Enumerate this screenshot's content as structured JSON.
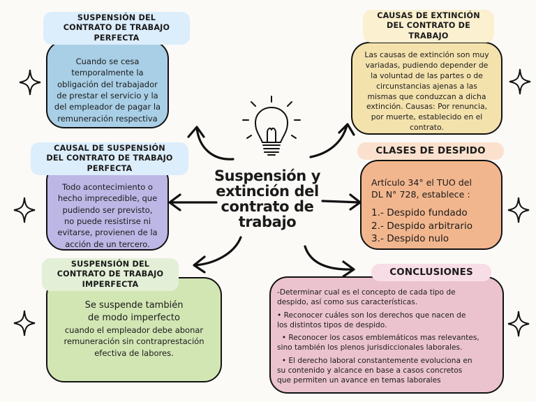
{
  "title": [
    "Suspensión y",
    "extinción del",
    "contrato de",
    "trabajo"
  ],
  "nodes": {
    "susp_perfecta": {
      "label": [
        "SUSPENSIÓN DEL",
        "CONTRATO DE TRABAJO",
        "PERFECTA"
      ],
      "text": [
        "Cuando se cesa",
        "temporalmente la",
        "obligación del trabajador",
        "de prestar el servicio y la",
        "del empleador de pagar la",
        "remuneración respectiva"
      ],
      "color": "#a8cfe6"
    },
    "causal_susp": {
      "label": [
        "CAUSAL DE SUSPENSIÓN",
        "DEL CONTRATO DE TRABAJO",
        "PERFECTA"
      ],
      "text": [
        "Todo acontecimiento o",
        "hecho imprecedible, que",
        "pudiendo ser previsto,",
        "no puede resistirse ni",
        "evitarse, provienen de la",
        "acción de un tercero."
      ],
      "color": "#bdb7e6"
    },
    "susp_imperfecta": {
      "label": [
        "SUSPENSIÓN DEL",
        "CONTRATO DE TRABAJO",
        "IMPERFECTA"
      ],
      "text_large": [
        "Se suspende también",
        "de modo imperfecto"
      ],
      "text": [
        "cuando el empleador debe abonar",
        "remuneración sin contraprestación",
        "efectiva de labores."
      ],
      "color": "#d2e6b4"
    },
    "causas_extincion": {
      "label": [
        "CAUSAS DE EXTINCIÓN",
        "DEL CONTRATO DE",
        "TRABAJO"
      ],
      "text": [
        "Las causas de extinción son muy",
        "variadas, pudiendo depender de",
        "la voluntad de las partes o de",
        "circunstancias ajenas a las",
        "mismas que conduzcan a dicha",
        "extinción. Causas:  Por renuncia,",
        "por muerte, establecido en el",
        "contrato."
      ],
      "color": "#f4e2ad"
    },
    "clases_despido": {
      "label": "CLASES DE DESPIDO",
      "text": [
        "Artículo 34° el TUO del",
        "DL N° 728, establece :"
      ],
      "items": [
        "1.- Despido fundado",
        "2.- Despido arbitrario",
        "3.- Despido nulo"
      ],
      "color": "#f2b68e"
    },
    "conclusiones": {
      "label": "CONCLUSIONES",
      "paragraphs": [
        [
          "-Determinar cual es el concepto de cada tipo de",
          "despido, así como sus características."
        ],
        [
          "• Reconocer cuáles son los derechos que nacen de",
          "los distintos tipos de despido."
        ],
        [
          "  • Reconocer los casos emblemáticos mas relevantes,",
          "sino también los plenos jurisdiccionales laborales."
        ],
        [
          "  • El derecho laboral constantemente evoluciona en",
          "su contenido y alcance en base a casos concretos",
          "que permiten un avance en temas laborales"
        ]
      ],
      "color": "#ebc3cf"
    }
  },
  "colors": {
    "label_bg_left": "#dcedfb",
    "label_bg_green": "#e3efd6",
    "label_bg_yellow": "#fbf0cf",
    "label_bg_peach": "#fbe1cd",
    "label_bg_pink": "#f7dde6",
    "stroke": "#111111"
  },
  "icons": [
    "lightbulb-icon",
    "sparkle-icon",
    "arrow-icon"
  ]
}
